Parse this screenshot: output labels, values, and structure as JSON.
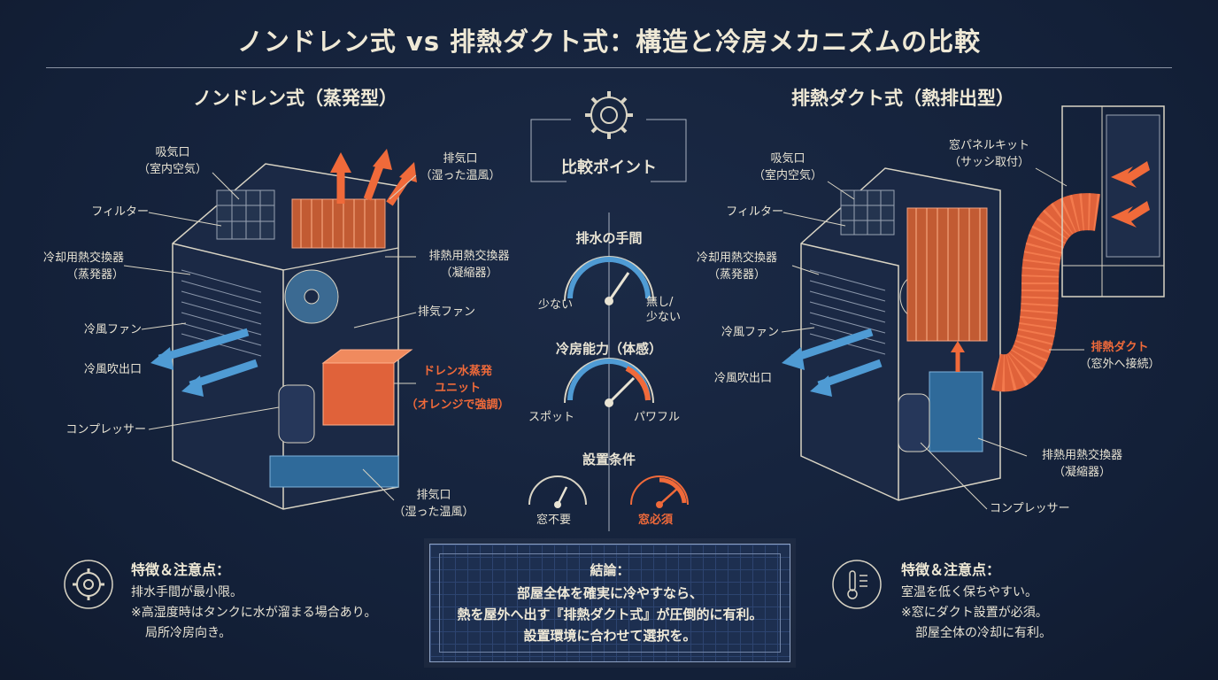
{
  "title": "ノンドレン式 vs 排熱ダクト式：構造と冷房メカニズムの比較",
  "left": {
    "heading": "ノンドレン式（蒸発型）",
    "labels": {
      "intake": "吸気口",
      "intake_sub": "（室内空気）",
      "filter": "フィルター",
      "evaporator": "冷却用熱交換器",
      "evaporator_sub": "（蒸発器）",
      "cool_fan": "冷風ファン",
      "cool_outlet": "冷風吹出口",
      "compressor": "コンプレッサー",
      "exhaust_top": "排気口",
      "exhaust_top_sub": "（湿った温風）",
      "condenser": "排熱用熱交換器",
      "condenser_sub": "（凝縮器）",
      "exhaust_fan": "排気ファン",
      "drain_unit_1": "ドレン水蒸発",
      "drain_unit_2": "ユニット",
      "drain_unit_3": "（オレンジで強調）",
      "exhaust_bottom": "排気口",
      "exhaust_bottom_sub": "（湿った温風）"
    },
    "features": {
      "title": "特徴＆注意点：",
      "line1": "排水手間が最小限。",
      "line2": "※高湿度時はタンクに水が溜まる場合あり。",
      "line3": "局所冷房向き。"
    }
  },
  "center": {
    "compare_label": "比較ポイント",
    "gauge1": {
      "title": "排水の手間",
      "left": "少ない",
      "right_1": "無し/",
      "right_2": "少ない"
    },
    "gauge2": {
      "title": "冷房能力（体感）",
      "left": "スポット",
      "right": "パワフル"
    },
    "gauge3": {
      "title": "設置条件",
      "left": "窓不要",
      "right": "窓必須"
    },
    "conclusion": {
      "title": "結論：",
      "line1": "部屋全体を確実に冷やすなら、",
      "line2": "熱を屋外へ出す『排熱ダクト式』が圧倒的に有利。",
      "line3": "設置環境に合わせて選択を。"
    }
  },
  "right": {
    "heading": "排熱ダクト式（熱排出型）",
    "labels": {
      "intake": "吸気口",
      "intake_sub": "（室内空気）",
      "filter": "フィルター",
      "evaporator": "冷却用熱交換器",
      "evaporator_sub": "（蒸発器）",
      "cool_fan": "冷風ファン",
      "cool_outlet": "冷風吹出口",
      "window_kit": "窓パネルキット",
      "window_kit_sub": "（サッシ取付）",
      "duct": "排熱ダクト",
      "duct_sub": "（窓外へ接続）",
      "condenser": "排熱用熱交換器",
      "condenser_sub": "（凝縮器）",
      "compressor": "コンプレッサー"
    },
    "features": {
      "title": "特徴＆注意点：",
      "line1": "室温を低く保ちやすい。",
      "line2": "※窓にダクト設置が必須。",
      "line3": "部屋全体の冷却に有利。"
    }
  },
  "colors": {
    "accent": "#f06a3a",
    "blue": "#4f9bd4",
    "line": "#d9d4c4",
    "bg": "#15213a"
  }
}
